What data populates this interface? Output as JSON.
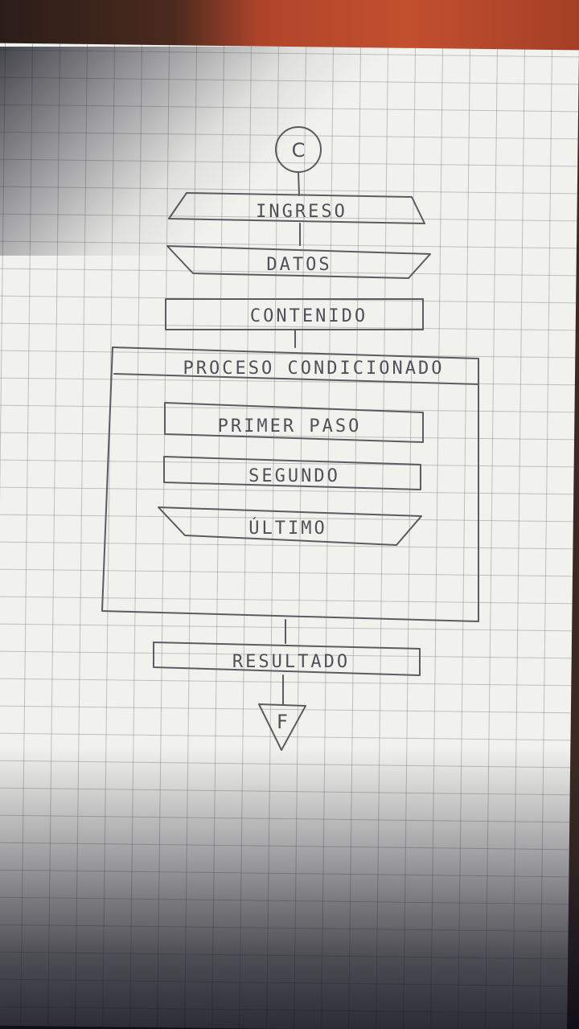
{
  "diagram": {
    "start_symbol": "C",
    "input_label_1": "INGRESO",
    "input_label_2": "DATOS",
    "content_label": "CONTENIDO",
    "process_label": "PROCESO CONDICIONADO",
    "step_1_label": "PRIMER PASO",
    "step_2_label": "SEGUNDO",
    "step_3_label": "ÚLTIMO",
    "result_label": "RESULTADO",
    "end_symbol": "F"
  }
}
